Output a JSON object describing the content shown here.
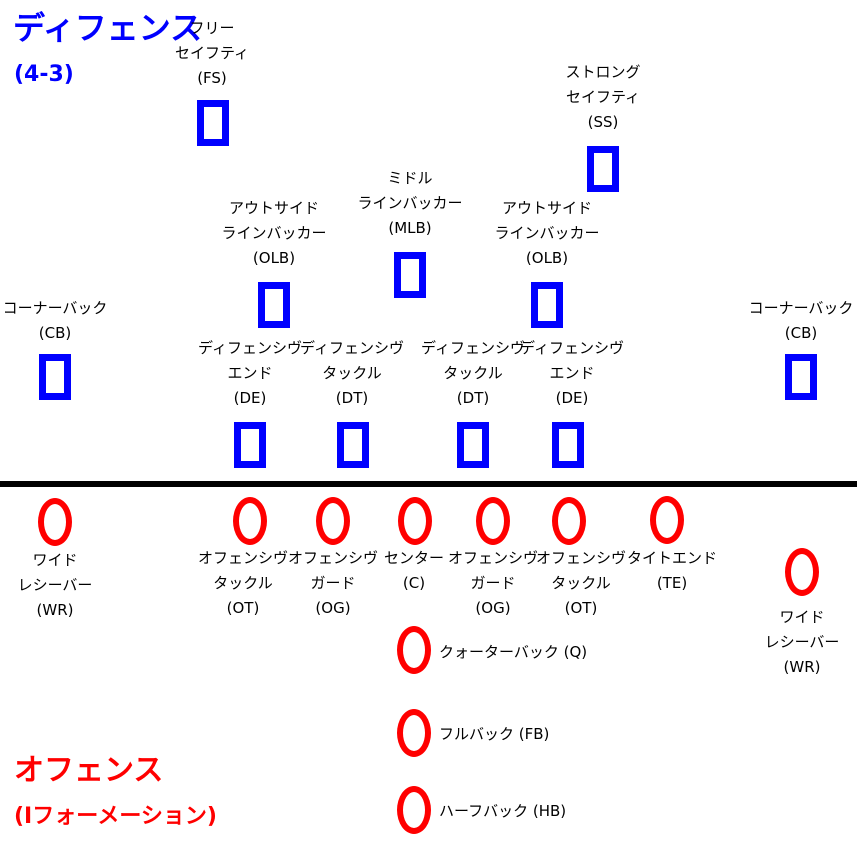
{
  "defense": {
    "title": "ディフェンス",
    "formation": "(4-3)",
    "color": "#0000ff",
    "players": [
      {
        "id": "fs",
        "lines": [
          "フリー",
          "セイフティ",
          "(FS)"
        ]
      },
      {
        "id": "ss",
        "lines": [
          "ストロング",
          "セイフティ",
          "(SS)"
        ]
      },
      {
        "id": "olb_left",
        "lines": [
          "アウトサイド",
          "ラインバッカー",
          "(OLB)"
        ]
      },
      {
        "id": "mlb",
        "lines": [
          "ミドル",
          "ラインバッカー",
          "(MLB)"
        ]
      },
      {
        "id": "olb_right",
        "lines": [
          "アウトサイド",
          "ラインバッカー",
          "(OLB)"
        ]
      },
      {
        "id": "cb_left",
        "lines": [
          "コーナーバック",
          "(CB)"
        ]
      },
      {
        "id": "cb_right",
        "lines": [
          "コーナーバック",
          "(CB)"
        ]
      },
      {
        "id": "de_left",
        "lines": [
          "ディフェンシヴ",
          "エンド",
          "(DE)"
        ]
      },
      {
        "id": "dt_left",
        "lines": [
          "ディフェンシヴ",
          "タックル",
          "(DT)"
        ]
      },
      {
        "id": "dt_right",
        "lines": [
          "ディフェンシヴ",
          "タックル",
          "(DT)"
        ]
      },
      {
        "id": "de_right",
        "lines": [
          "ディフェンシヴ",
          "エンド",
          "(DE)"
        ]
      }
    ]
  },
  "offense": {
    "title": "オフェンス",
    "formation": "(Iフォーメーション)",
    "color": "#ff0000",
    "players": [
      {
        "id": "wr_left",
        "lines": [
          "ワイド",
          "レシーバー",
          "(WR)"
        ]
      },
      {
        "id": "ot_left",
        "lines": [
          "オフェンシヴ",
          "タックル",
          "(OT)"
        ]
      },
      {
        "id": "og_left",
        "lines": [
          "オフェンシヴ",
          "ガード",
          "(OG)"
        ]
      },
      {
        "id": "c",
        "lines": [
          "センター",
          "(C)"
        ]
      },
      {
        "id": "og_right",
        "lines": [
          "オフェンシヴ",
          "ガード",
          "(OG)"
        ]
      },
      {
        "id": "ot_right",
        "lines": [
          "オフェンシヴ",
          "タックル",
          "(OT)"
        ]
      },
      {
        "id": "te",
        "lines": [
          "タイトエンド",
          "(TE)"
        ]
      },
      {
        "id": "wr_right",
        "lines": [
          "ワイド",
          "レシーバー",
          "(WR)"
        ]
      },
      {
        "id": "qb",
        "label": "クォーターバック (Q)"
      },
      {
        "id": "fb",
        "label": "フルバック (FB)"
      },
      {
        "id": "hb",
        "label": "ハーフバック (HB)"
      }
    ]
  },
  "line_of_scrimmage_color": "#000000"
}
